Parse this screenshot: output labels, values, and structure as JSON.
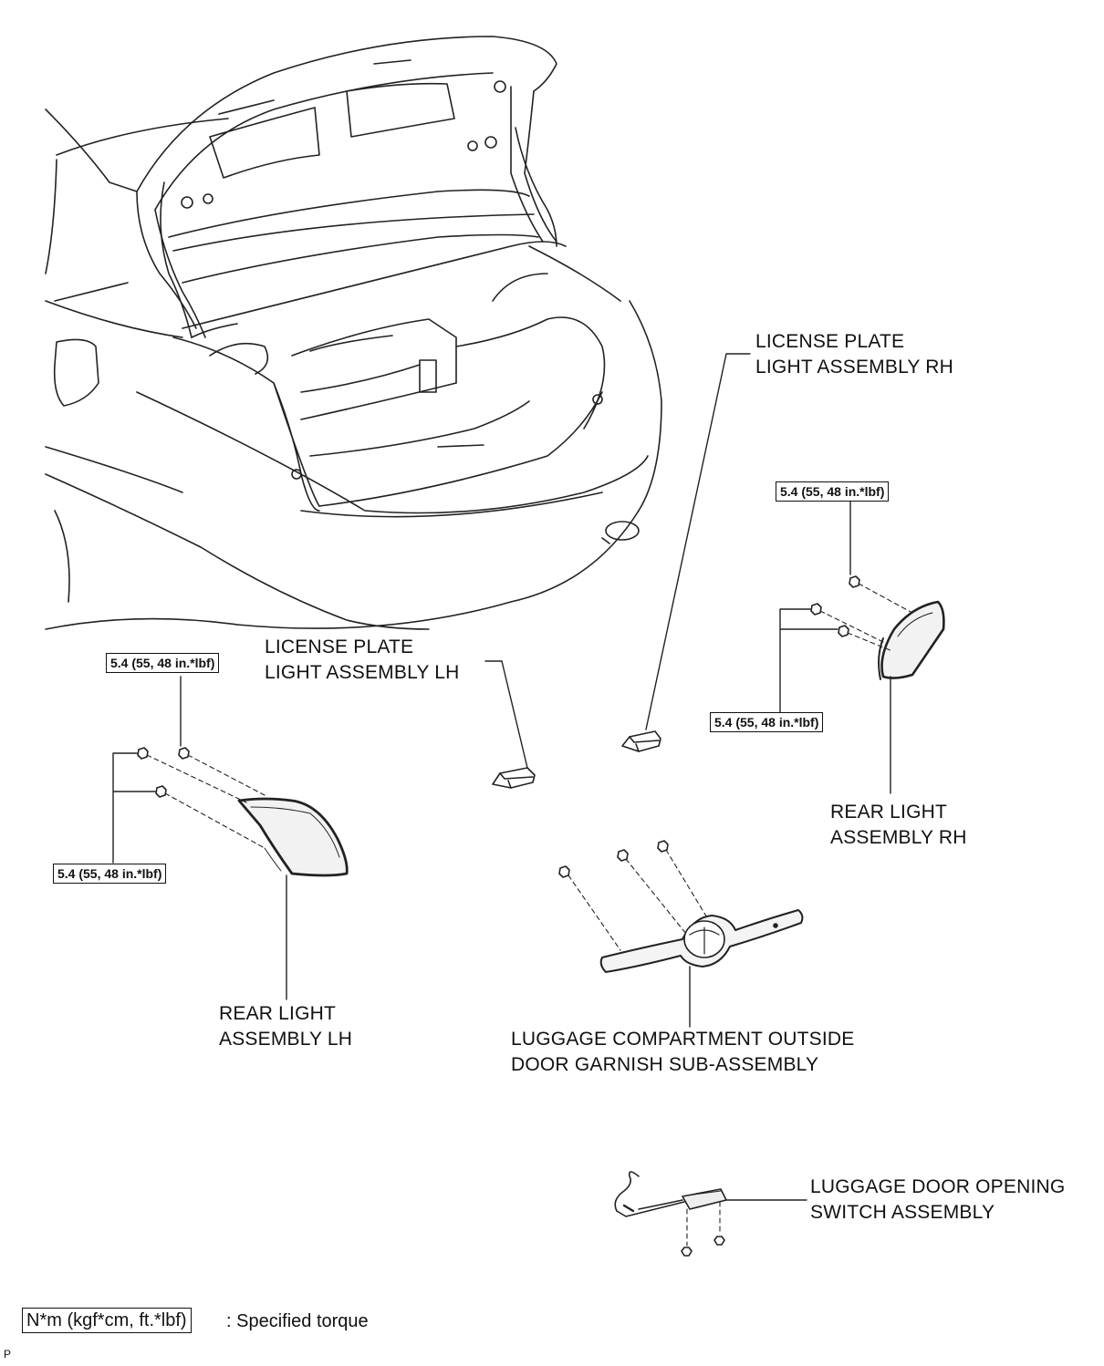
{
  "labels": {
    "license_rh": [
      "LICENSE PLATE",
      "LIGHT ASSEMBLY RH"
    ],
    "license_lh": [
      "LICENSE PLATE",
      "LIGHT ASSEMBLY LH"
    ],
    "rear_rh": [
      "REAR LIGHT",
      "ASSEMBLY RH"
    ],
    "rear_lh": [
      "REAR LIGHT",
      "ASSEMBLY LH"
    ],
    "garnish": [
      "LUGGAGE COMPARTMENT OUTSIDE",
      "DOOR GARNISH SUB-ASSEMBLY"
    ],
    "switch": [
      "LUGGAGE DOOR OPENING",
      "SWITCH ASSEMBLY"
    ]
  },
  "torque": {
    "rh_top": "5.4 (55, 48 in.*lbf)",
    "rh_bottom": "5.4 (55, 48 in.*lbf)",
    "lh_top": "5.4 (55, 48 in.*lbf)",
    "lh_bottom": "5.4 (55, 48 in.*lbf)"
  },
  "legend": {
    "unit_box": "N*m (kgf*cm, ft.*lbf)",
    "description": ": Specified torque"
  },
  "corner_code": "P"
}
